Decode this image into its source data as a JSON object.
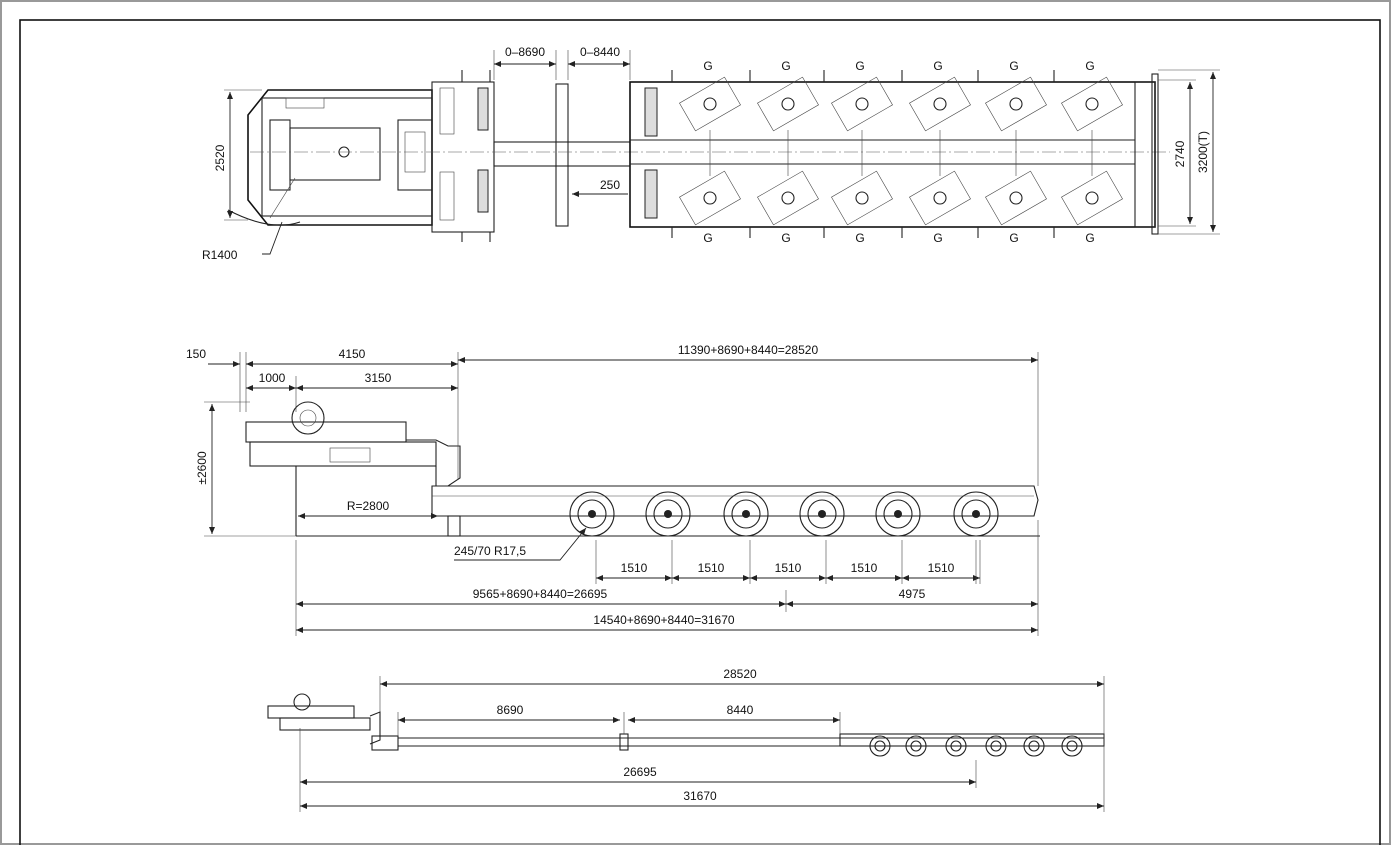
{
  "top_view": {
    "dims": {
      "width_front": "2520",
      "radius": "R1400",
      "ext1": "0–8690",
      "ext2": "0–8440",
      "gap": "250",
      "width_rear": "2740",
      "width_total": "3200(T)"
    },
    "axle_label": "G"
  },
  "side_view": {
    "dims": {
      "a": "150",
      "b": "4150",
      "c": "1000",
      "d": "3150",
      "height": "±2600",
      "radius": "R=2800",
      "tyre": "245/70 R17,5",
      "deck": "11390+8690+8440=28520",
      "spacing": [
        "1510",
        "1510",
        "1510",
        "1510",
        "1510"
      ],
      "len1": "9565+8690+8440=26695",
      "rear": "4975",
      "total": "14540+8690+8440=31670"
    }
  },
  "extended_view": {
    "dims": {
      "deck": "28520",
      "ext1": "8690",
      "ext2": "8440",
      "len1": "26695",
      "total": "31670"
    }
  }
}
